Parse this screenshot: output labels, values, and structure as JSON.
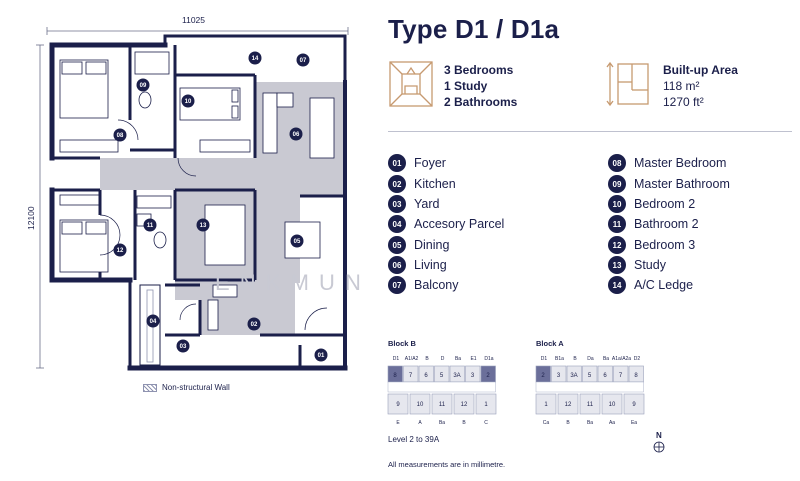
{
  "title": "Type D1 / D1a",
  "summary": {
    "rooms": [
      "3 Bedrooms",
      "1 Study",
      "2 Bathrooms"
    ],
    "area_label": "Built-up Area",
    "area_m2": "118 m²",
    "area_ft2": "1270 ft²",
    "icons": [
      "bedroom-perspective-icon",
      "floorplan-area-icon"
    ]
  },
  "legend_left": [
    {
      "num": "01",
      "label": "Foyer"
    },
    {
      "num": "02",
      "label": "Kitchen"
    },
    {
      "num": "03",
      "label": "Yard"
    },
    {
      "num": "04",
      "label": "Accesory Parcel"
    },
    {
      "num": "05",
      "label": "Dining"
    },
    {
      "num": "06",
      "label": "Living"
    },
    {
      "num": "07",
      "label": "Balcony"
    }
  ],
  "legend_right": [
    {
      "num": "08",
      "label": "Master Bedroom"
    },
    {
      "num": "09",
      "label": "Master Bathroom"
    },
    {
      "num": "10",
      "label": "Bedroom 2"
    },
    {
      "num": "11",
      "label": "Bathroom 2"
    },
    {
      "num": "12",
      "label": "Bedroom 3"
    },
    {
      "num": "13",
      "label": "Study"
    },
    {
      "num": "14",
      "label": "A/C Ledge"
    }
  ],
  "plan": {
    "dim_width": "11025",
    "dim_height": "12100",
    "wall_legend": "Non-structural Wall",
    "markers": [
      "01",
      "02",
      "03",
      "04",
      "05",
      "06",
      "07",
      "08",
      "09",
      "10",
      "11",
      "12",
      "13",
      "14"
    ]
  },
  "blocks": {
    "block_b": {
      "title": "Block B",
      "top_labels": [
        "D1",
        "A1/A2",
        "B",
        "D",
        "Ba",
        "E1",
        "D1a"
      ],
      "top_units": [
        "8",
        "7",
        "6",
        "5",
        "3A",
        "3",
        "2"
      ],
      "bottom_units": [
        "9",
        "10",
        "11",
        "12",
        "1"
      ],
      "bottom_labels": [
        "E",
        "A",
        "Ba",
        "B",
        "C"
      ]
    },
    "block_a": {
      "title": "Block A",
      "top_labels": [
        "D1",
        "B1a",
        "B",
        "Da",
        "Ba",
        "A1a/A2a",
        "D2"
      ],
      "top_units": [
        "2",
        "3",
        "3A",
        "5",
        "6",
        "7",
        "8"
      ],
      "bottom_units": [
        "1",
        "12",
        "11",
        "10",
        "9"
      ],
      "bottom_labels": [
        "Ca",
        "B",
        "Ba",
        "Aa",
        "Ea"
      ]
    },
    "level": "Level 2 to 39A",
    "north": "N"
  },
  "footnote": "All measurements are in millimetre.",
  "watermark": "E N  K  M U N",
  "colors": {
    "navy": "#1b1f4a",
    "circulation": "#c9c9d2",
    "highlight": "#6b6f9a"
  }
}
